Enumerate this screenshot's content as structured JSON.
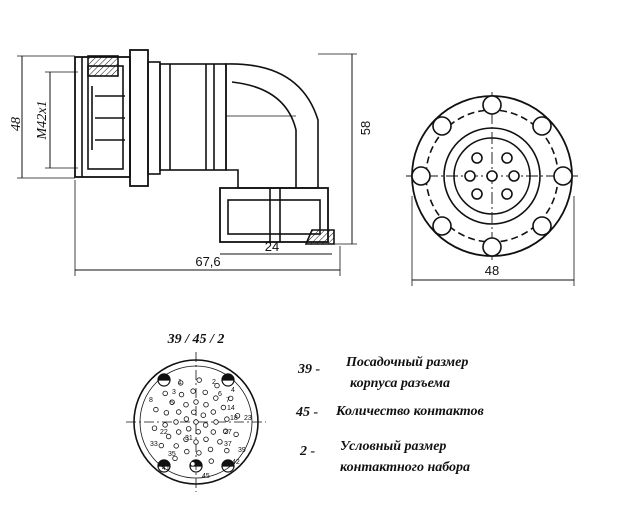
{
  "dimensions": {
    "height_left": "48",
    "thread": "M42x1",
    "height_right": "58",
    "length": "67,6",
    "nut": "24",
    "face_diameter": "48"
  },
  "code": "39 / 45 / 2",
  "legend": [
    {
      "num": "39 -",
      "line1": "Посадочный размер",
      "line2": "корпуса разъема"
    },
    {
      "num": "45 -",
      "line1": "Количество контактов",
      "line2": ""
    },
    {
      "num": "2 -",
      "line1": "Условный размер",
      "line2": "контактного набора"
    }
  ],
  "pin_labels": [
    "1",
    "2",
    "3",
    "4",
    "5",
    "6",
    "7",
    "8",
    "14",
    "18",
    "22",
    "23",
    "27",
    "31",
    "33",
    "35",
    "37",
    "39",
    "41",
    "42",
    "45"
  ]
}
